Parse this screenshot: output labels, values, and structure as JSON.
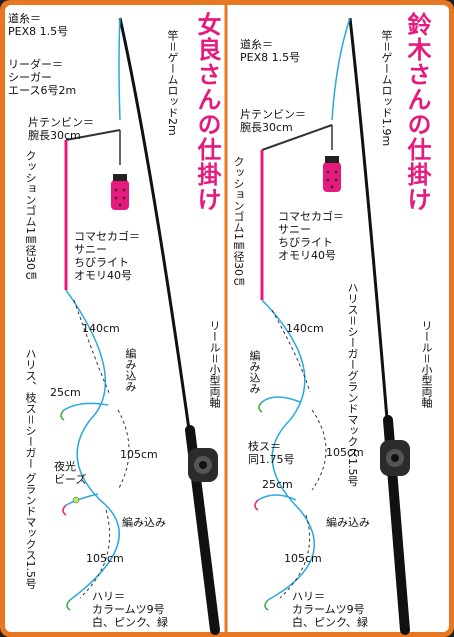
{
  "colors": {
    "frame": "#e87722",
    "title": "#e8197d",
    "line": "#29a8e0",
    "cushion": "#e8197d",
    "rod": "#111111",
    "sinker": "#e8197d",
    "dashed": "#333333"
  },
  "left": {
    "title": "女良さんの仕掛け",
    "main_line": "道糸＝\nPEX8 1.5号",
    "leader": "リーダー＝\nシーガー\nエース6号2m",
    "tenbin": "片テンビン＝\n腕長30cm",
    "cushion": "クッションゴム1㎜径30㎝",
    "komase": "コマセカゴ＝\nサニー\nちびライト\nオモリ40号",
    "len_140": "140cm",
    "ami1": "編み込み",
    "len_25": "25cm",
    "yakou": "夜光\nビーズ",
    "len_105a": "105cm",
    "ami2": "編み込み",
    "len_105b": "105cm",
    "hari": "ハリ＝\nカラームツ9号\n白、ピンク、緑",
    "harisu": "ハリス、枝ス＝シーガー グランドマックス1.5号",
    "rod": "竿＝ゲームロッド2m",
    "reel": "リール＝小型両軸"
  },
  "right": {
    "title": "鈴木さんの仕掛け",
    "main_line": "道糸＝\nPEX8 1.5号",
    "tenbin": "片テンビン＝\n腕長30cm",
    "cushion": "クッションゴム1㎜径30㎝",
    "komase": "コマセカゴ＝\nサニー\nちびライト\nオモリ40号",
    "harisu": "ハリス＝シーガーグランドマックス1.5号",
    "len_140": "140cm",
    "ami1": "編み込み",
    "edasu": "枝ス＝\n同1.75号",
    "len_25": "25cm",
    "len_105a": "105cm",
    "ami2": "編み込み",
    "len_105b": "105cm",
    "hari": "ハリ＝\nカラームツ9号\n白、ピンク、緑",
    "rod": "竿＝ゲームロッド1.9m",
    "reel": "リール＝小型両軸"
  }
}
